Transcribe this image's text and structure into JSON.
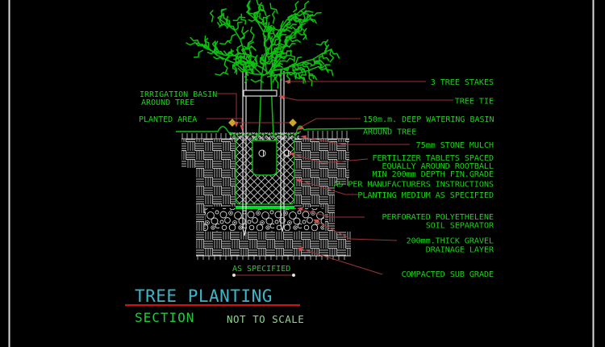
{
  "drawing": {
    "title": "TREE PLANTING",
    "subtitle": "SECTION",
    "scale_note": "NOT TO SCALE",
    "dimension_note": "AS SPECIFIED",
    "left_labels": {
      "irrigation_basin_1": "IRRIGATION BASIN",
      "irrigation_basin_2": "AROUND TREE",
      "planted_area": "PLANTED AREA"
    },
    "right_labels": {
      "stakes": "3 TREE STAKES",
      "tree_tie": "TREE TIE",
      "watering_basin_1": "150m.m. DEEP WATERING BASIN",
      "watering_basin_2": "AROUND TREE",
      "stone_mulch": "75mm STONE MULCH",
      "fertilizer_1": "FERTILIZER TABLETS SPACED",
      "fertilizer_2": "EQUALLY AROUND ROOTBALL",
      "fertilizer_3": "MIN 200mm DEPTH FIN.GRADE",
      "fertilizer_4": "AS PER MANUFACTURERS INSTRUCTIONS",
      "planting_medium": "PLANTING MEDIUM AS SPECIFIED",
      "soil_separator_1": "PERFORATED POLYETHELENE",
      "soil_separator_2": "SOIL SEPARATOR",
      "gravel_1": "200mm.THICK GRAVEL",
      "gravel_2": "DRAINAGE LAYER",
      "sub_grade": "COMPACTED SUB GRADE"
    },
    "colors": {
      "label_green": "#1dd21d",
      "drawing_green": "#0cc010",
      "separator_green": "#00dc28",
      "title_cyan": "#3eb5c8",
      "scale_note_green": "#8ed88e",
      "leader_red": "#993333",
      "underline_red": "#cc1111",
      "dimension_marker_gold": "#cfa22e",
      "hatch_white": "#c0c0c0",
      "background": "#000000"
    }
  }
}
